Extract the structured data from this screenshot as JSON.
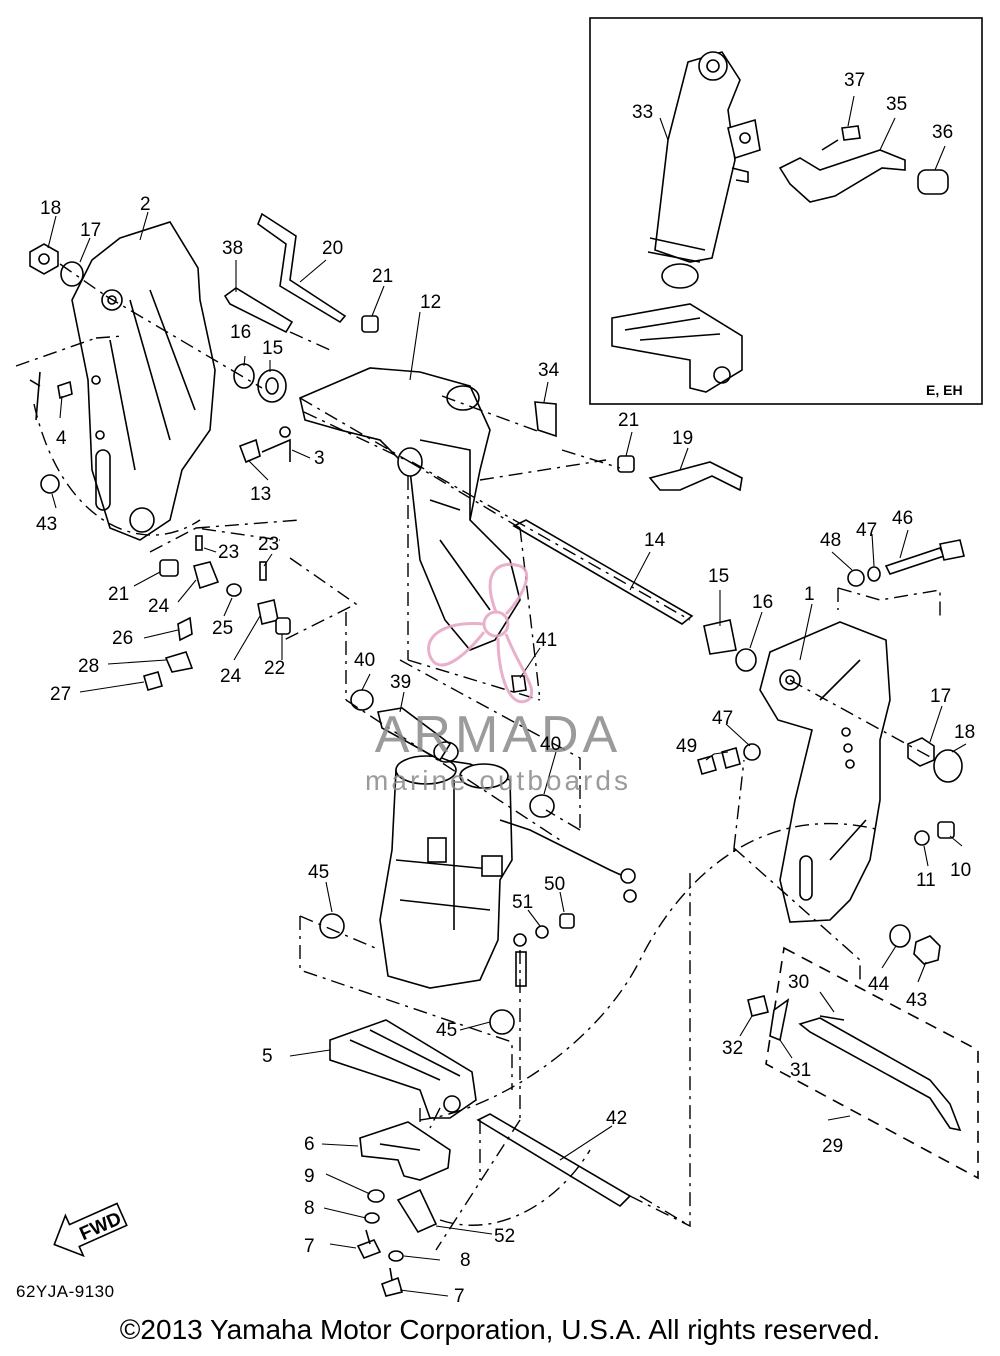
{
  "diagram": {
    "code": "62YJA-9130",
    "copyright": "©2013 Yamaha Motor Corporation, U.S.A. All rights reserved.",
    "inset_label": "E, EH",
    "fwd_label": "FWD",
    "watermark": {
      "brand": "ARMADA",
      "tagline": "marine outboards"
    },
    "callouts": [
      {
        "id": "c18a",
        "text": "18"
      },
      {
        "id": "c17a",
        "text": "17"
      },
      {
        "id": "c2",
        "text": "2"
      },
      {
        "id": "c38",
        "text": "38"
      },
      {
        "id": "c20",
        "text": "20"
      },
      {
        "id": "c21a",
        "text": "21"
      },
      {
        "id": "c12",
        "text": "12"
      },
      {
        "id": "c16a",
        "text": "16"
      },
      {
        "id": "c15a",
        "text": "15"
      },
      {
        "id": "c4",
        "text": "4"
      },
      {
        "id": "c3",
        "text": "3"
      },
      {
        "id": "c13",
        "text": "13"
      },
      {
        "id": "c43a",
        "text": "43"
      },
      {
        "id": "c34",
        "text": "34"
      },
      {
        "id": "c21b",
        "text": "21"
      },
      {
        "id": "c19",
        "text": "19"
      },
      {
        "id": "c23a",
        "text": "23"
      },
      {
        "id": "c23b",
        "text": "23"
      },
      {
        "id": "c21c",
        "text": "21"
      },
      {
        "id": "c24a",
        "text": "24"
      },
      {
        "id": "c25",
        "text": "25"
      },
      {
        "id": "c26",
        "text": "26"
      },
      {
        "id": "c24b",
        "text": "24"
      },
      {
        "id": "c22",
        "text": "22"
      },
      {
        "id": "c28",
        "text": "28"
      },
      {
        "id": "c27",
        "text": "27"
      },
      {
        "id": "c14",
        "text": "14"
      },
      {
        "id": "c15b",
        "text": "15"
      },
      {
        "id": "c16b",
        "text": "16"
      },
      {
        "id": "c41",
        "text": "41"
      },
      {
        "id": "c40a",
        "text": "40"
      },
      {
        "id": "c39",
        "text": "39"
      },
      {
        "id": "c40b",
        "text": "40"
      },
      {
        "id": "c48",
        "text": "48"
      },
      {
        "id": "c47a",
        "text": "47"
      },
      {
        "id": "c46",
        "text": "46"
      },
      {
        "id": "c1",
        "text": "1"
      },
      {
        "id": "c17b",
        "text": "17"
      },
      {
        "id": "c18b",
        "text": "18"
      },
      {
        "id": "c47b",
        "text": "47"
      },
      {
        "id": "c49",
        "text": "49"
      },
      {
        "id": "c10",
        "text": "10"
      },
      {
        "id": "c11",
        "text": "11"
      },
      {
        "id": "c45a",
        "text": "45"
      },
      {
        "id": "c50",
        "text": "50"
      },
      {
        "id": "c51",
        "text": "51"
      },
      {
        "id": "c44",
        "text": "44"
      },
      {
        "id": "c43b",
        "text": "43"
      },
      {
        "id": "c30",
        "text": "30"
      },
      {
        "id": "c32",
        "text": "32"
      },
      {
        "id": "c31",
        "text": "31"
      },
      {
        "id": "c45b",
        "text": "45"
      },
      {
        "id": "c5",
        "text": "5"
      },
      {
        "id": "c42",
        "text": "42"
      },
      {
        "id": "c29",
        "text": "29"
      },
      {
        "id": "c6",
        "text": "6"
      },
      {
        "id": "c9",
        "text": "9"
      },
      {
        "id": "c8a",
        "text": "8"
      },
      {
        "id": "c52",
        "text": "52"
      },
      {
        "id": "c7a",
        "text": "7"
      },
      {
        "id": "c8b",
        "text": "8"
      },
      {
        "id": "c7b",
        "text": "7"
      },
      {
        "id": "c33",
        "text": "33"
      },
      {
        "id": "c37",
        "text": "37"
      },
      {
        "id": "c35",
        "text": "35"
      },
      {
        "id": "c36",
        "text": "36"
      }
    ]
  }
}
